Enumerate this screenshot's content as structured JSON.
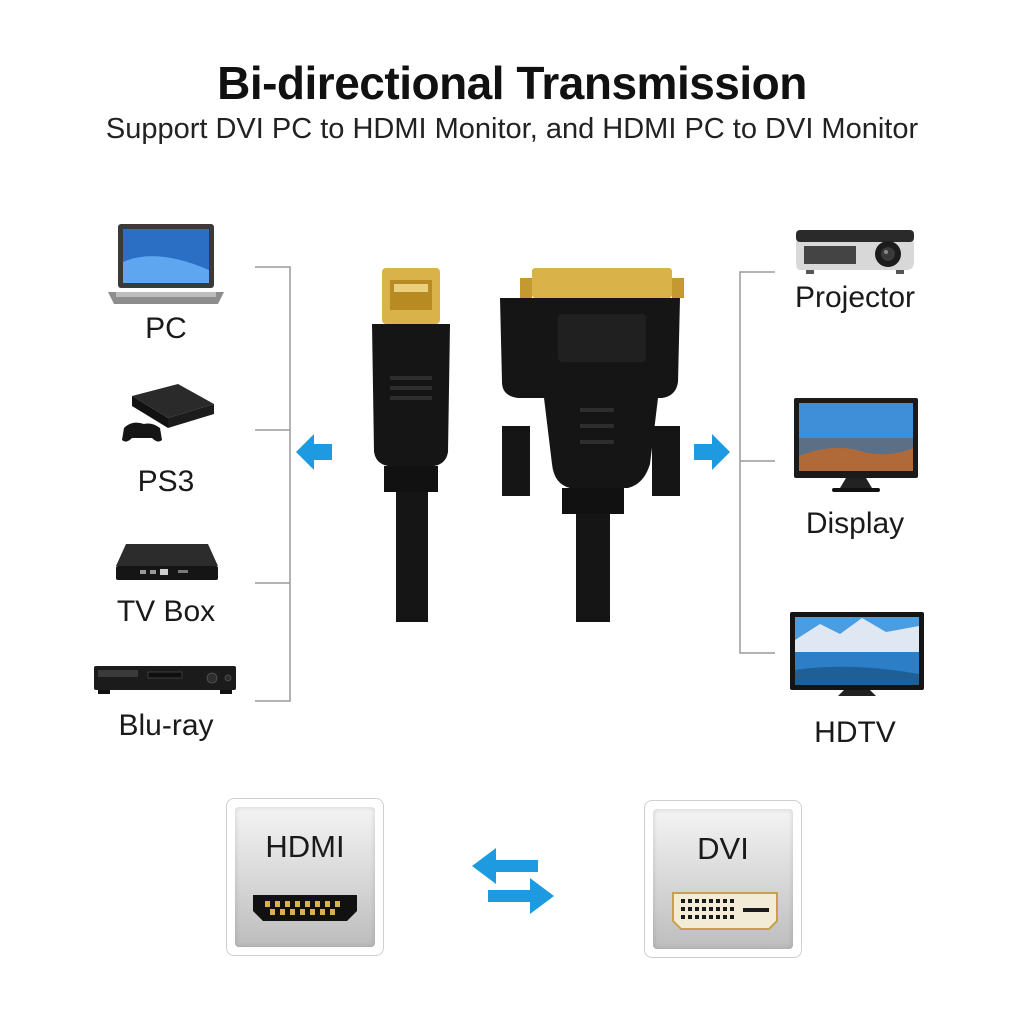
{
  "header": {
    "title": "Bi-directional Transmission",
    "subtitle": "Support DVI PC to HDMI Monitor, and HDMI PC to DVI Monitor"
  },
  "sources": [
    {
      "label": "PC",
      "icon": "laptop-icon"
    },
    {
      "label": "PS3",
      "icon": "game-console-icon"
    },
    {
      "label": "TV Box",
      "icon": "tv-box-icon"
    },
    {
      "label": "Blu-ray",
      "icon": "bluray-player-icon"
    }
  ],
  "destinations": [
    {
      "label": "Projector",
      "icon": "projector-icon"
    },
    {
      "label": "Display",
      "icon": "monitor-icon"
    },
    {
      "label": "HDTV",
      "icon": "hdtv-icon"
    }
  ],
  "ports": {
    "hdmi_label": "HDMI",
    "dvi_label": "DVI"
  },
  "colors": {
    "accent_blue": "#1e9be0",
    "connector_gold": "#d9b24a",
    "cable_black": "#151515",
    "bracket_gray": "#9a9a9a"
  }
}
